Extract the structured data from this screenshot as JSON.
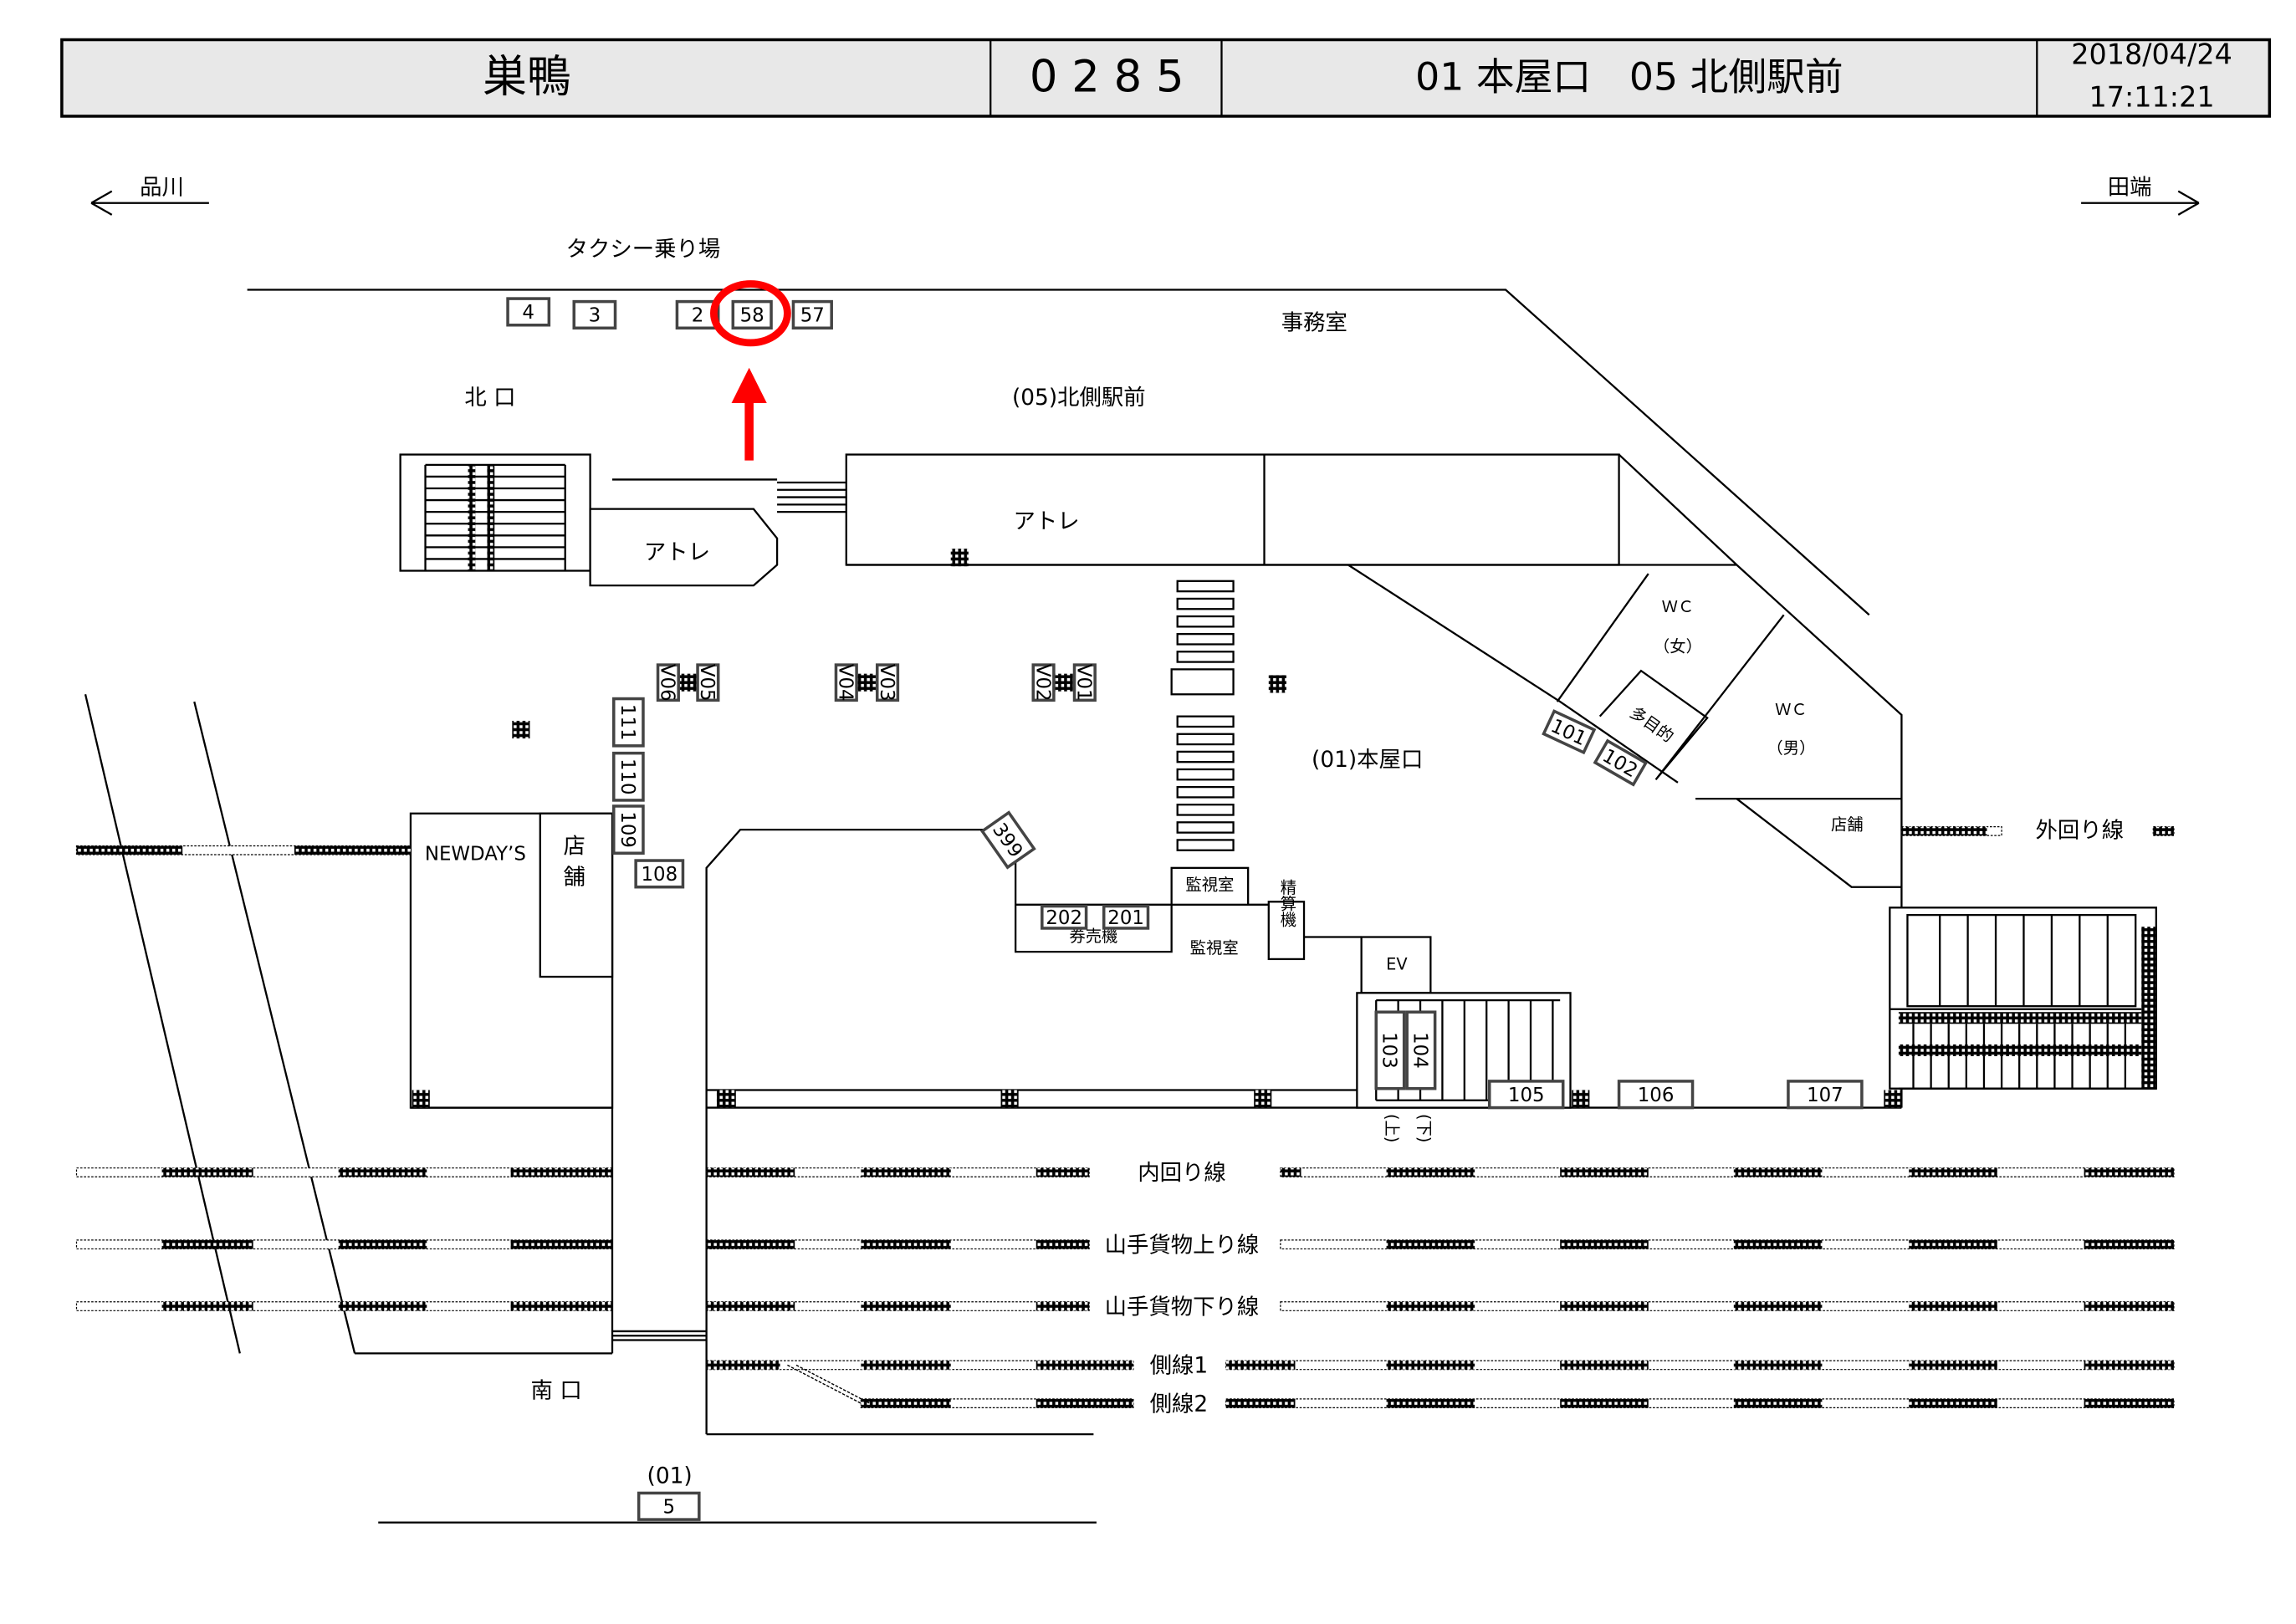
{
  "header": {
    "station": "巣鴨",
    "code": "0 2 8 5",
    "exits": "01 本屋口　05 北側駅前",
    "date": "2018/04/24",
    "time": "17:11:21"
  },
  "directions": {
    "left": "品川",
    "right": "田端"
  },
  "labels": {
    "taxi": "タクシー乗り場",
    "office": "事務室",
    "north_exit": "北 口",
    "north_exit_05": "(05)北側駅前",
    "atre_small": "アトレ",
    "atre_large": "アトレ",
    "main_exit_01": "(01)本屋口",
    "wc_female_1": "ＷＣ",
    "wc_female_2": "（女）",
    "wc_male_1": "ＷＣ",
    "wc_male_2": "（男）",
    "multipurpose": "多目的",
    "shop_right": "店舗",
    "outer_loop": "外回り線",
    "newdays": "NEWDAY’S",
    "shop_left": "店舗",
    "monitor_room_box": "監視室",
    "monitor_room": "監視室",
    "ticket_machine": "券売機",
    "fare_adjust": "精算機",
    "ev": "EV",
    "up": "(上)",
    "down": "(下)",
    "inner_loop": "内回り線",
    "freight_up": "山手貨物上り線",
    "freight_down": "山手貨物下り線",
    "siding1": "側線1",
    "siding2": "側線2",
    "south_exit": "南 口",
    "exit_01": "(01)"
  },
  "boards": {
    "b4": "4",
    "b3": "3",
    "b2": "2",
    "b58": "58",
    "b57": "57",
    "v06": "V06",
    "v05": "V05",
    "v04": "V04",
    "v03": "V03",
    "v02": "V02",
    "v01": "V01",
    "b111": "111",
    "b110": "110",
    "b109": "109",
    "b108": "108",
    "b399": "399",
    "b202": "202",
    "b201": "201",
    "b101": "101",
    "b102": "102",
    "b103": "103",
    "b104": "104",
    "b105": "105",
    "b106": "106",
    "b107": "107",
    "b5": "5"
  },
  "highlight": {
    "target_board": "58",
    "color": "#ff0000"
  }
}
